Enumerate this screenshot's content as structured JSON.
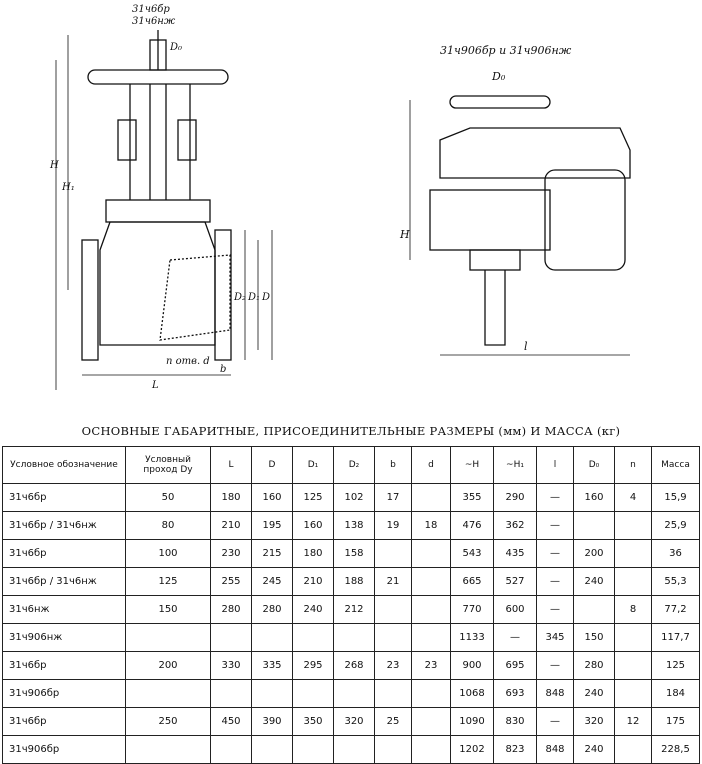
{
  "left_drawing": {
    "top_labels": [
      "31ч6бр",
      "31ч6нж"
    ],
    "dim_labels": [
      "D₀",
      "H",
      "H₁",
      "D₂",
      "D₁",
      "D",
      "L",
      "b",
      "n отв. d"
    ]
  },
  "right_drawing": {
    "title": "31ч906бр и 31ч906нж",
    "dim_labels": [
      "D₀",
      "H",
      "l"
    ]
  },
  "caption": "ОСНОВНЫЕ ГАБАРИТНЫЕ, ПРИСОЕДИНИТЕЛЬНЫЕ РАЗМЕРЫ (мм) И МАССА (кг)",
  "table": {
    "headers": [
      "Условное обозначение",
      "Условный проход Dу",
      "L",
      "D",
      "D₁",
      "D₂",
      "b",
      "d",
      "~H",
      "~H₁",
      "l",
      "D₀",
      "n",
      "Масса"
    ],
    "rows": [
      {
        "name": "31ч6бр",
        "dy": "50",
        "L": "180",
        "D": "160",
        "D1": "125",
        "D2": "102",
        "b": "17",
        "d": "",
        "H": "355",
        "H1": "290",
        "l": "—",
        "D0": "160",
        "n": "4",
        "m": "15,9"
      },
      {
        "name": "31ч6бр / 31ч6нж",
        "dy": "80",
        "L": "210",
        "D": "195",
        "D1": "160",
        "D2": "138",
        "b": "19",
        "d": "18",
        "H": "476",
        "H1": "362",
        "l": "—",
        "D0": "",
        "n": "",
        "m": "25,9"
      },
      {
        "name": "31ч6бр",
        "dy": "100",
        "L": "230",
        "D": "215",
        "D1": "180",
        "D2": "158",
        "b": "",
        "d": "",
        "H": "543",
        "H1": "435",
        "l": "—",
        "D0": "200",
        "n": "",
        "m": "36"
      },
      {
        "name": "31ч6бр / 31ч6нж",
        "dy": "125",
        "L": "255",
        "D": "245",
        "D1": "210",
        "D2": "188",
        "b": "21",
        "d": "",
        "H": "665",
        "H1": "527",
        "l": "—",
        "D0": "240",
        "n": "",
        "m": "55,3"
      },
      {
        "name": "31ч6нж",
        "dy": "150",
        "L": "280",
        "D": "280",
        "D1": "240",
        "D2": "212",
        "b": "",
        "d": "",
        "H": "770",
        "H1": "600",
        "l": "—",
        "D0": "",
        "n": "8",
        "m": "77,2"
      },
      {
        "name": "31ч906нж",
        "dy": "",
        "L": "",
        "D": "",
        "D1": "",
        "D2": "",
        "b": "",
        "d": "",
        "H": "1133",
        "H1": "—",
        "l": "345",
        "D0": "150",
        "n": "",
        "m": "117,7"
      },
      {
        "name": "31ч6бр",
        "dy": "200",
        "L": "330",
        "D": "335",
        "D1": "295",
        "D2": "268",
        "b": "23",
        "d": "23",
        "H": "900",
        "H1": "695",
        "l": "—",
        "D0": "280",
        "n": "",
        "m": "125"
      },
      {
        "name": "31ч906бр",
        "dy": "",
        "L": "",
        "D": "",
        "D1": "",
        "D2": "",
        "b": "",
        "d": "",
        "H": "1068",
        "H1": "693",
        "l": "848",
        "D0": "240",
        "n": "",
        "m": "184"
      },
      {
        "name": "31ч6бр",
        "dy": "250",
        "L": "450",
        "D": "390",
        "D1": "350",
        "D2": "320",
        "b": "25",
        "d": "",
        "H": "1090",
        "H1": "830",
        "l": "—",
        "D0": "320",
        "n": "12",
        "m": "175"
      },
      {
        "name": "31ч906бр",
        "dy": "",
        "L": "",
        "D": "",
        "D1": "",
        "D2": "",
        "b": "",
        "d": "",
        "H": "1202",
        "H1": "823",
        "l": "848",
        "D0": "240",
        "n": "",
        "m": "228,5"
      }
    ]
  }
}
